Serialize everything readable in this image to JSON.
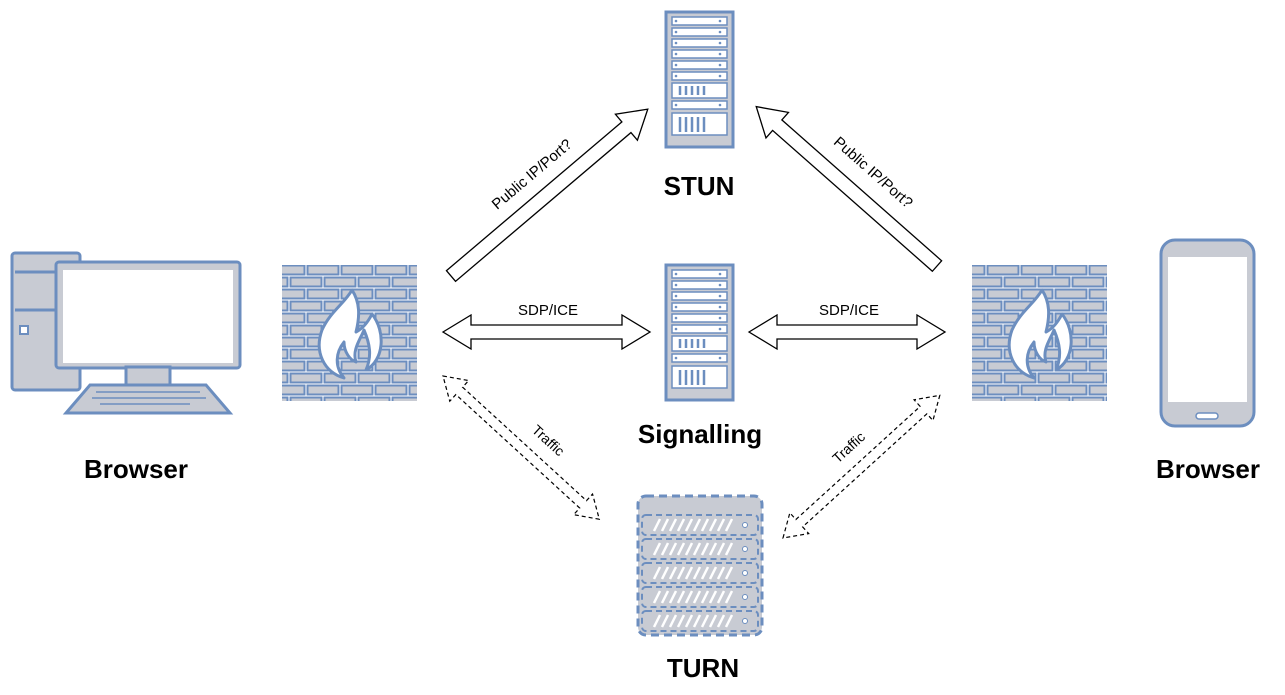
{
  "nodes": {
    "stun": {
      "label": "STUN"
    },
    "signalling": {
      "label": "Signalling"
    },
    "turn": {
      "label": "TURN"
    },
    "browser_left": {
      "label": "Browser",
      "icon": "desktop-computer-icon"
    },
    "browser_right": {
      "label": "Browser",
      "icon": "smartphone-icon"
    },
    "firewall_left": {
      "icon": "firewall-icon"
    },
    "firewall_right": {
      "icon": "firewall-icon"
    }
  },
  "edges": {
    "stun_left": {
      "label": "Public IP/Port?"
    },
    "stun_right": {
      "label": "Public IP/Port?"
    },
    "signal_left": {
      "label": "SDP/ICE"
    },
    "signal_right": {
      "label": "SDP/ICE"
    },
    "turn_left": {
      "label": "Traffic"
    },
    "turn_right": {
      "label": "Traffic"
    }
  },
  "colors": {
    "icon_stroke": "#6c8ebf",
    "icon_fill": "#dae8fc",
    "gray_fill": "#c0c0c0",
    "arrow_stroke": "#000000"
  }
}
